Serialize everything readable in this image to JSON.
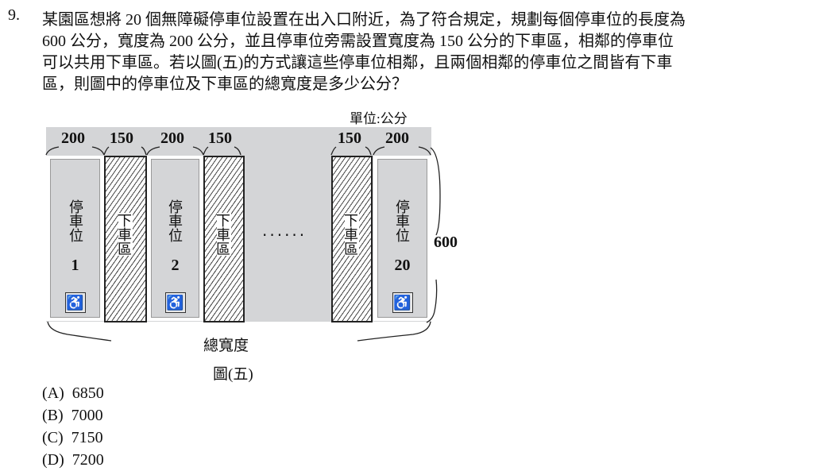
{
  "question": {
    "number": "9.",
    "lines": [
      "某園區想將 20 個無障礙停車位設置在出入口附近，為了符合規定，規劃每個停車位的長度為",
      "600 公分，寬度為 200 公分，並且停車位旁需設置寬度為 150 公分的下車區，相鄰的停車位",
      "可以共用下車區。若以圖(五)的方式讓這些停車位相鄰，且兩個相鄰的停車位之間皆有下車",
      "區，則圖中的停車位及下車區的總寬度是多少公分？"
    ]
  },
  "figure": {
    "unit": "單位:公分",
    "stall_label": "停車位",
    "dropoff_label": "下車區",
    "stalls": [
      "1",
      "2",
      "20"
    ],
    "widths": [
      "200",
      "150",
      "200",
      "150",
      "150",
      "200"
    ],
    "length": "600",
    "ellipsis": "‧‧‧‧‧‧",
    "total_label": "總寬度",
    "caption": "圖(五)"
  },
  "options": [
    {
      "label": "(A)",
      "value": "6850"
    },
    {
      "label": "(B)",
      "value": "7000"
    },
    {
      "label": "(C)",
      "value": "7150"
    },
    {
      "label": "(D)",
      "value": "7200"
    }
  ]
}
